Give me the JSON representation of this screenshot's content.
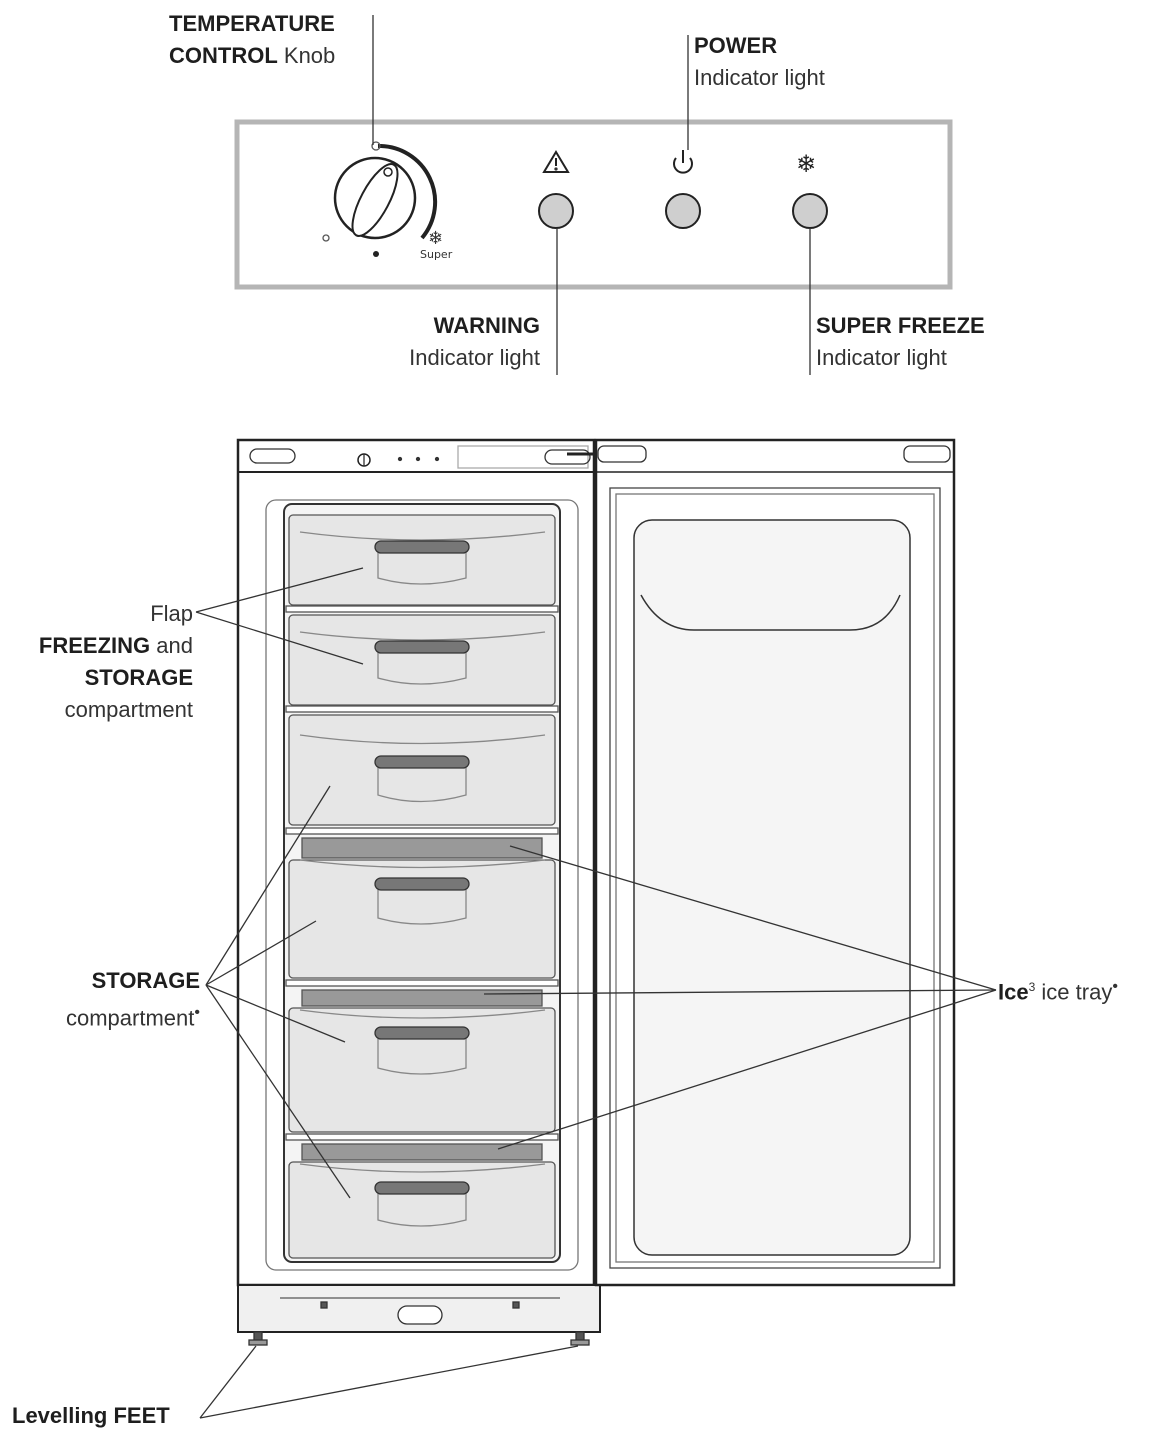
{
  "labels": {
    "temperature_control": {
      "bold1": "TEMPERATURE",
      "bold2": "CONTROL",
      "normal": "Knob"
    },
    "power": {
      "bold": "POWER",
      "normal": "Indicator light"
    },
    "warning": {
      "bold": "WARNING",
      "normal": "Indicator light"
    },
    "super_freeze": {
      "bold": "SUPER FREEZE",
      "normal": "Indicator light"
    },
    "flap": {
      "normal": "Flap"
    },
    "freezing_storage": {
      "bold1": "FREEZING",
      "and": "and",
      "bold2": "STORAGE",
      "normal": "compartment"
    },
    "storage": {
      "bold": "STORAGE",
      "normal": "compartment",
      "marker": "•"
    },
    "ice_tray": {
      "bold": "Ice",
      "sup": "3",
      "normal": "ice tray",
      "marker": "•"
    },
    "levelling_feet": {
      "bold": "Levelling FEET"
    }
  },
  "panel": {
    "knob_super_label": "Super",
    "icons": [
      "warning-icon",
      "power-icon",
      "snowflake-icon"
    ]
  },
  "colors": {
    "line": "#333333",
    "panel_border": "#bbbbbb",
    "drawer_fill": "#e6e6e6",
    "light_fill": "#cfcfcf"
  }
}
